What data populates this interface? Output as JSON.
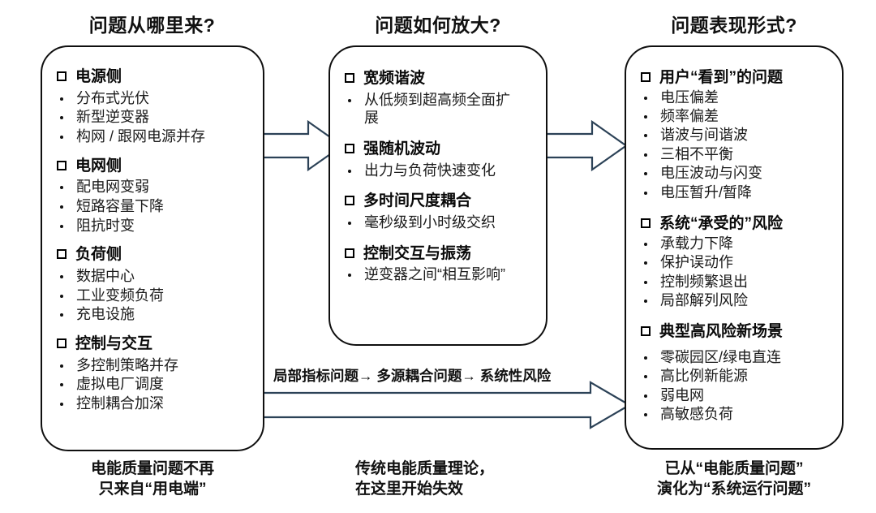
{
  "columns": [
    {
      "title": "问题从哪里来?",
      "caption_line1": "电能质量问题不再",
      "caption_line2": "只来自“用电端”",
      "groups": [
        {
          "heading": "电源侧",
          "bullets": [
            "分布式光伏",
            "新型逆变器",
            "构网 / 跟网电源并存"
          ]
        },
        {
          "heading": "电网侧",
          "bullets": [
            "配电网变弱",
            "短路容量下降",
            "阻抗时变"
          ]
        },
        {
          "heading": "负荷侧",
          "bullets": [
            "数据中心",
            "工业变频负荷",
            "充电设施"
          ]
        },
        {
          "heading": "控制与交互",
          "bullets": [
            "多控制策略并存",
            "虚拟电厂调度",
            "控制耦合加深"
          ]
        }
      ]
    },
    {
      "title": "问题如何放大?",
      "caption_line1": "传统电能质量理论，",
      "caption_line2": "在这里开始失效",
      "groups": [
        {
          "heading": "宽频谐波",
          "bullets": [
            "从低频到超高频全面扩展"
          ]
        },
        {
          "heading": "强随机波动",
          "bullets": [
            "出力与负荷快速变化"
          ]
        },
        {
          "heading": "多时间尺度耦合",
          "bullets": [
            "毫秒级到小时级交织"
          ]
        },
        {
          "heading": "控制交互与振荡",
          "bullets": [
            "逆变器之间“相互影响”"
          ]
        }
      ]
    },
    {
      "title": "问题表现形式?",
      "caption_line1": "已从“电能质量问题”",
      "caption_line2": "演化为“系统运行问题”",
      "groups": [
        {
          "heading": "用户“看到”的问题",
          "bullets": [
            "电压偏差",
            "频率偏差",
            "谐波与间谐波",
            "三相不平衡",
            "电压波动与闪变",
            "电压暂升/暂降"
          ]
        },
        {
          "heading": "系统“承受的”风险",
          "bullets": [
            "承载力下降",
            "保护误动作",
            "控制频繁退出",
            "局部解列风险"
          ]
        },
        {
          "heading": "典型高风险新场景",
          "bullets": [
            "零碳园区/绿电直连",
            "高比例新能源",
            "弱电网",
            "高敏感负荷"
          ]
        }
      ]
    }
  ],
  "connectors": {
    "arrow1_name": "block-arrow-col1-to-col2",
    "arrow2_name": "block-arrow-col2-to-col3",
    "bottom_arrow_label": "局部指标问题→ 多源耦合问题→ 系统性风险"
  },
  "colors": {
    "arrow_stroke": "#2c4257",
    "box_border": "#0f0f0f",
    "text": "#111111"
  }
}
